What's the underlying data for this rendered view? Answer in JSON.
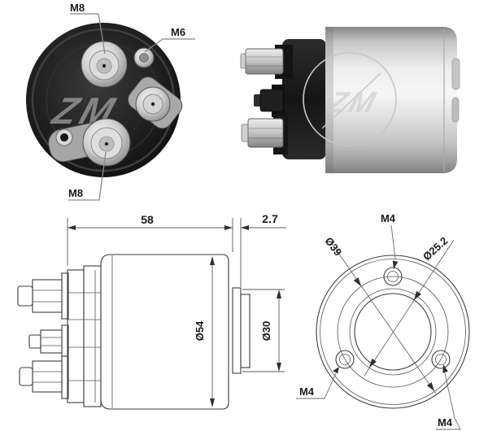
{
  "product_views": {
    "rear_photo": {
      "label_top": "M8",
      "label_right": "M6",
      "label_bottom": "M8",
      "watermark": "ZM"
    },
    "side_photo": {
      "watermark": "ZM"
    },
    "side_drawing": {
      "dim_length": "58",
      "dim_plate_thickness": "2.7",
      "dim_body_diameter": "Ø54",
      "dim_flange_diameter": "Ø30"
    },
    "front_drawing": {
      "dim_bolt_circle": "Ø39",
      "dim_bore": "Ø25.2",
      "hole_top": "M4",
      "hole_bottom_left": "M4",
      "hole_bottom_right": "M4"
    }
  },
  "colors": {
    "background": "#ffffff",
    "line": "#3d3d3d",
    "label_text": "#1a1a1a",
    "leader": "#8a8a8a",
    "photo_dark": "#1c1c1c",
    "metal_light": "#efefef",
    "metal_mid": "#c2c2c2",
    "watermark": "#c9c9c9"
  }
}
